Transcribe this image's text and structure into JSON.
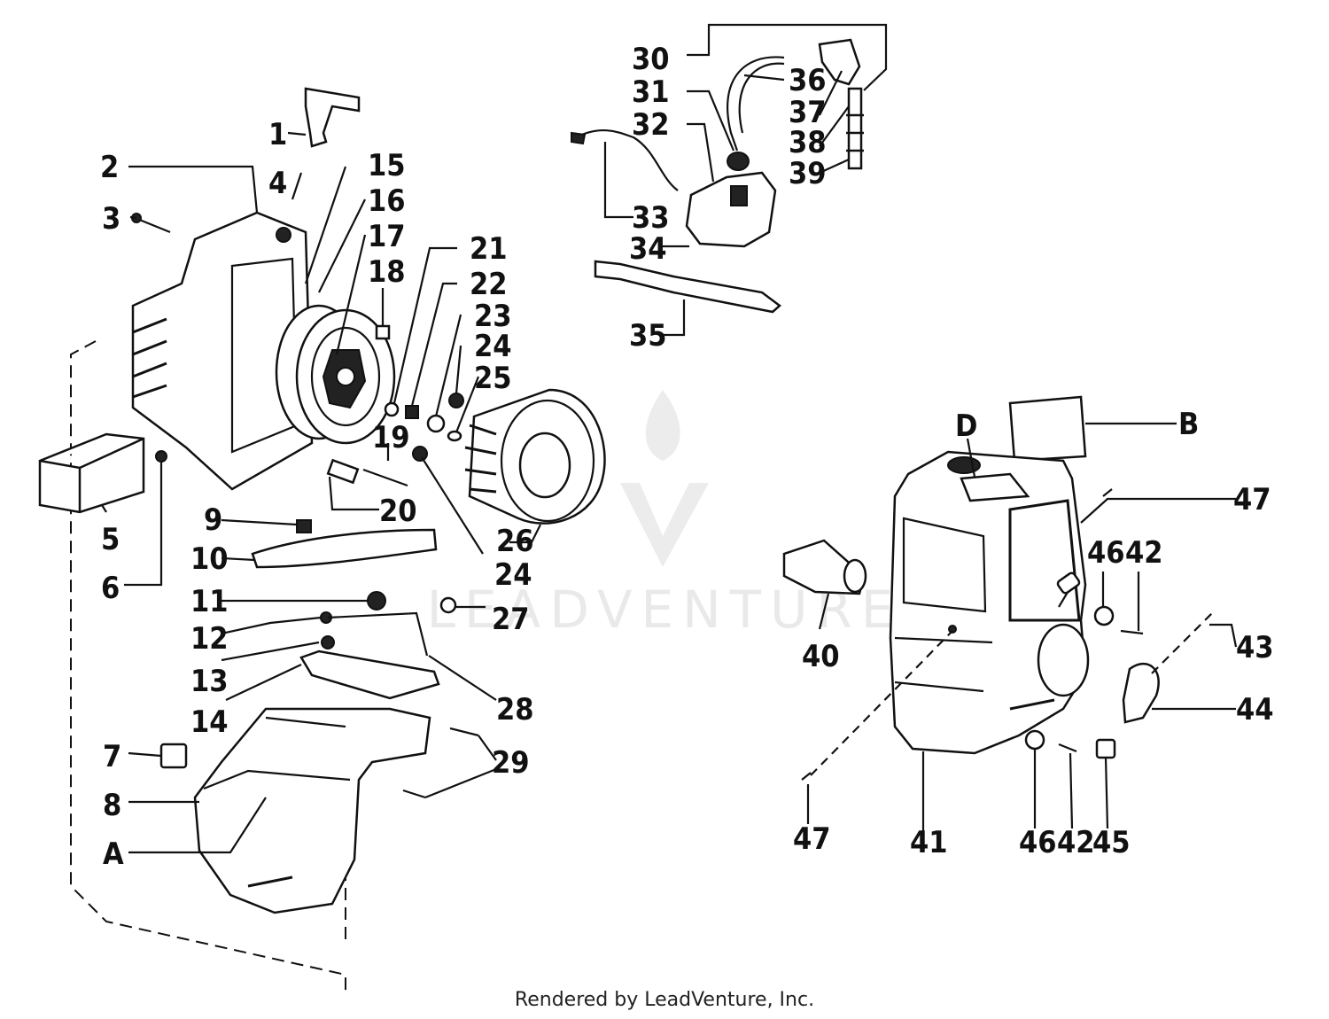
{
  "watermark": "LEADVENTURE",
  "credit": "Rendered by LeadVenture, Inc.",
  "callouts": {
    "c1": "1",
    "c2": "2",
    "c3": "3",
    "c4": "4",
    "c5": "5",
    "c6": "6",
    "c7": "7",
    "c8": "8",
    "c9": "9",
    "c10": "10",
    "c11": "11",
    "c12": "12",
    "c13": "13",
    "c14": "14",
    "c15": "15",
    "c16": "16",
    "c17": "17",
    "c18": "18",
    "c19": "19",
    "c20": "20",
    "c21": "21",
    "c22": "22",
    "c23": "23",
    "c24a": "24",
    "c24b": "24",
    "c25": "25",
    "c26": "26",
    "c27": "27",
    "c28": "28",
    "c29": "29",
    "c30": "30",
    "c31": "31",
    "c32": "32",
    "c33": "33",
    "c34": "34",
    "c35": "35",
    "c36": "36",
    "c37": "37",
    "c38": "38",
    "c39": "39",
    "c40": "40",
    "c41": "41",
    "c42a": "42",
    "c42b": "42",
    "c43": "43",
    "c44": "44",
    "c45": "45",
    "c46a": "46",
    "c46b": "46",
    "c47a": "47",
    "c47b": "47",
    "cA": "A",
    "cB": "B",
    "cD": "D"
  }
}
